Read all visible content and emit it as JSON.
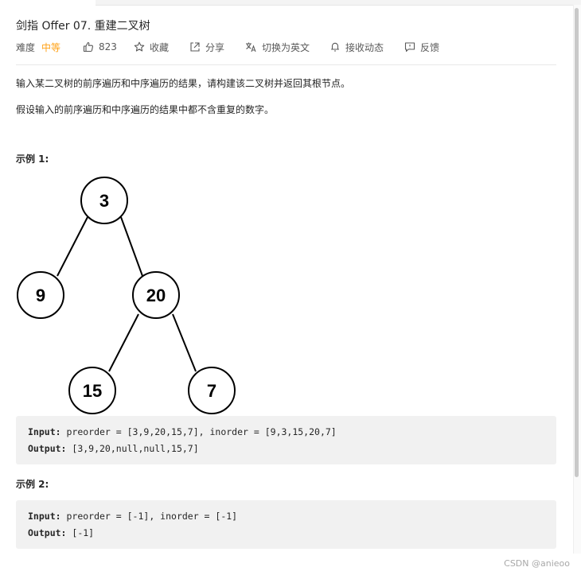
{
  "problem": {
    "title": "剑指 Offer 07. 重建二叉树",
    "difficulty_label": "难度",
    "difficulty_value": "中等",
    "likes": "823",
    "favorite": "收藏",
    "share": "分享",
    "switch_lang": "切换为英文",
    "notify": "接收动态",
    "feedback": "反馈"
  },
  "description": {
    "p1": "输入某二叉树的前序遍历和中序遍历的结果，请构建该二叉树并返回其根节点。",
    "p2": "假设输入的前序遍历和中序遍历的结果中都不含重复的数字。"
  },
  "example1": {
    "title": "示例 1:",
    "tree_nodes": {
      "root": "3",
      "left": "9",
      "right": "20",
      "right_left": "15",
      "right_right": "7"
    },
    "input_label": "Input:",
    "input_value": " preorder = [3,9,20,15,7], inorder = [9,3,15,20,7]",
    "output_label": "Output:",
    "output_value": " [3,9,20,null,null,15,7]"
  },
  "example2": {
    "title": "示例 2:",
    "input_label": "Input:",
    "input_value": " preorder = [-1], inorder = [-1]",
    "output_label": "Output:",
    "output_value": " [-1]"
  },
  "watermark": "CSDN @anieoo",
  "colors": {
    "accent": "#ffa116",
    "code_bg": "#f1f1f1"
  }
}
